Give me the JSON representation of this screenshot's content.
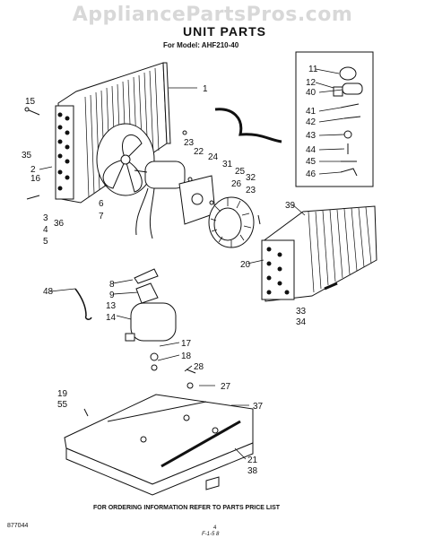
{
  "watermark": "AppliancePartsPros.com",
  "title": "UNIT PARTS",
  "model_line": "For Model: AHF210-40",
  "footer_note": "FOR ORDERING INFORMATION REFER TO PARTS PRICE LIST",
  "diagram_code": "877044",
  "page_marker": "4",
  "signature": "F-1-5  8",
  "callouts": [
    "1",
    "2",
    "3",
    "4",
    "5",
    "6",
    "7",
    "8",
    "9",
    "11",
    "12",
    "13",
    "14",
    "15",
    "16",
    "17",
    "18",
    "19",
    "20",
    "21",
    "22",
    "23",
    "24",
    "25",
    "26",
    "23",
    "27",
    "28",
    "31",
    "32",
    "33",
    "34",
    "35",
    "36",
    "37",
    "38",
    "39",
    "40",
    "41",
    "42",
    "43",
    "44",
    "45",
    "46",
    "48",
    "55"
  ]
}
